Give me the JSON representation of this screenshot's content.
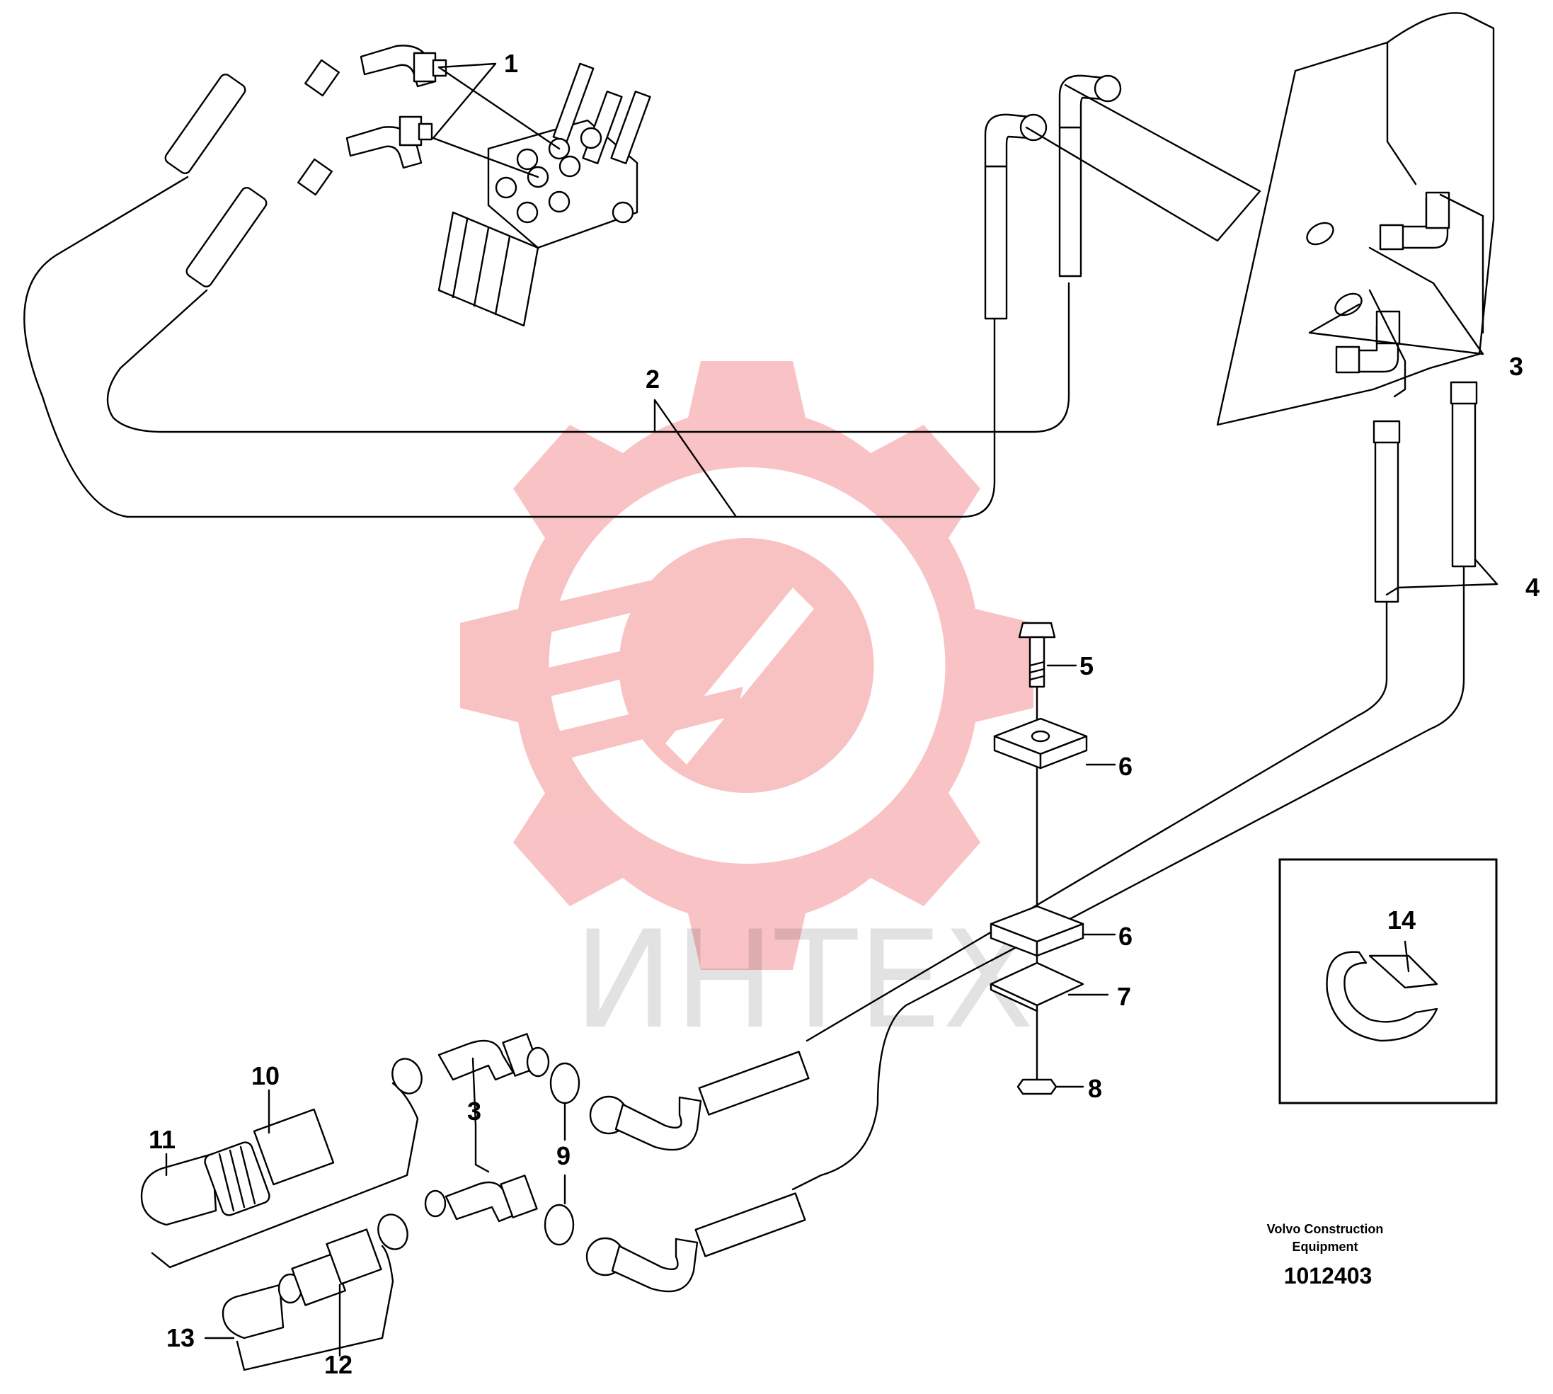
{
  "callouts": {
    "c1": "1",
    "c2": "2",
    "c3a": "3",
    "c3b": "3",
    "c4": "4",
    "c5": "5",
    "c6a": "6",
    "c6b": "6",
    "c7": "7",
    "c8": "8",
    "c9": "9",
    "c10": "10",
    "c11": "11",
    "c12": "12",
    "c13": "13",
    "c14": "14"
  },
  "publisher": {
    "line1": "Volvo Construction",
    "line2": "Equipment",
    "document_number": "1012403"
  },
  "watermark": {
    "text": "ИНТЕХ",
    "color": "#e8282d"
  }
}
